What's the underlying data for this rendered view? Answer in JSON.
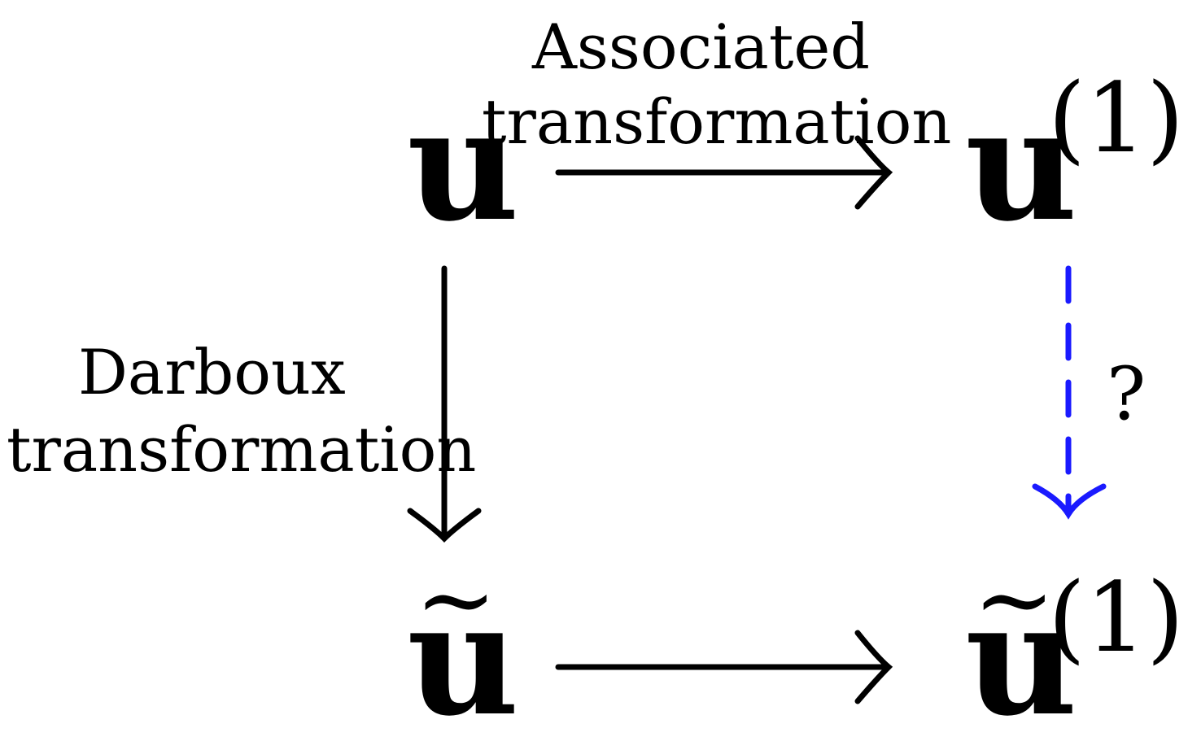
{
  "nodes": {
    "top_left": {
      "base": "u"
    },
    "top_right": {
      "base": "u",
      "superscript": "(1)"
    },
    "bottom_left": {
      "base": "u",
      "accent": "~"
    },
    "bottom_right": {
      "base": "u",
      "accent": "~",
      "superscript": "(1)"
    }
  },
  "edges": {
    "top": {
      "label_line1": "Associated",
      "label_line2": "transformation"
    },
    "left": {
      "label_line1": "Darboux",
      "label_line2": "transformation"
    },
    "right": {
      "label": "?",
      "style": "dashed",
      "color": "#1a1aff"
    },
    "bottom": {}
  },
  "colors": {
    "ink": "#000000",
    "unknown_arrow": "#1a1aff"
  }
}
